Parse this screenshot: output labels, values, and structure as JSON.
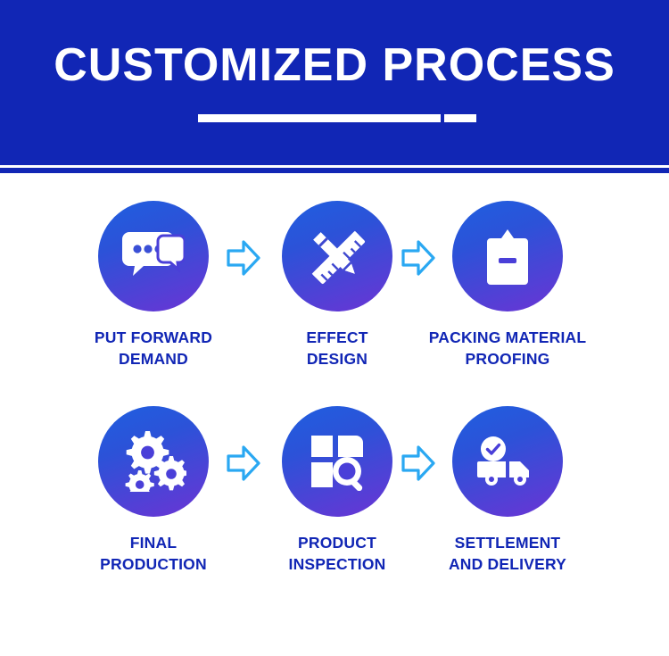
{
  "header": {
    "title": "CUSTOMIZED PROCESS",
    "divider_icon": "divider-bar",
    "background_color": "#1126b5",
    "title_color": "#ffffff"
  },
  "theme": {
    "accent_blue": "#1126b5",
    "circle_gradient_start": "#1f5fe0",
    "circle_gradient_end": "#6b34d4",
    "arrow_color": "#2aa8f2",
    "page_background": "#ffffff"
  },
  "steps": [
    {
      "index": 1,
      "icon": "chat-bubbles-icon",
      "label": "PUT FORWARD\nDEMAND"
    },
    {
      "index": 2,
      "icon": "ruler-pencil-icon",
      "label": "EFFECT\nDESIGN"
    },
    {
      "index": 3,
      "icon": "package-box-icon",
      "label": "PACKING MATERIAL\nPROOFING"
    },
    {
      "index": 4,
      "icon": "gears-icon",
      "label": "FINAL\nPRODUCTION"
    },
    {
      "index": 5,
      "icon": "inspection-magnifier-icon",
      "label": "PRODUCT\nINSPECTION"
    },
    {
      "index": 6,
      "icon": "delivery-truck-icon",
      "label": "SETTLEMENT\nAND DELIVERY"
    }
  ],
  "arrows": [
    {
      "index": 1,
      "icon": "arrow-right-outline-icon"
    },
    {
      "index": 2,
      "icon": "arrow-right-outline-icon"
    },
    {
      "index": 3,
      "icon": "arrow-right-outline-icon"
    },
    {
      "index": 4,
      "icon": "arrow-right-outline-icon"
    }
  ]
}
